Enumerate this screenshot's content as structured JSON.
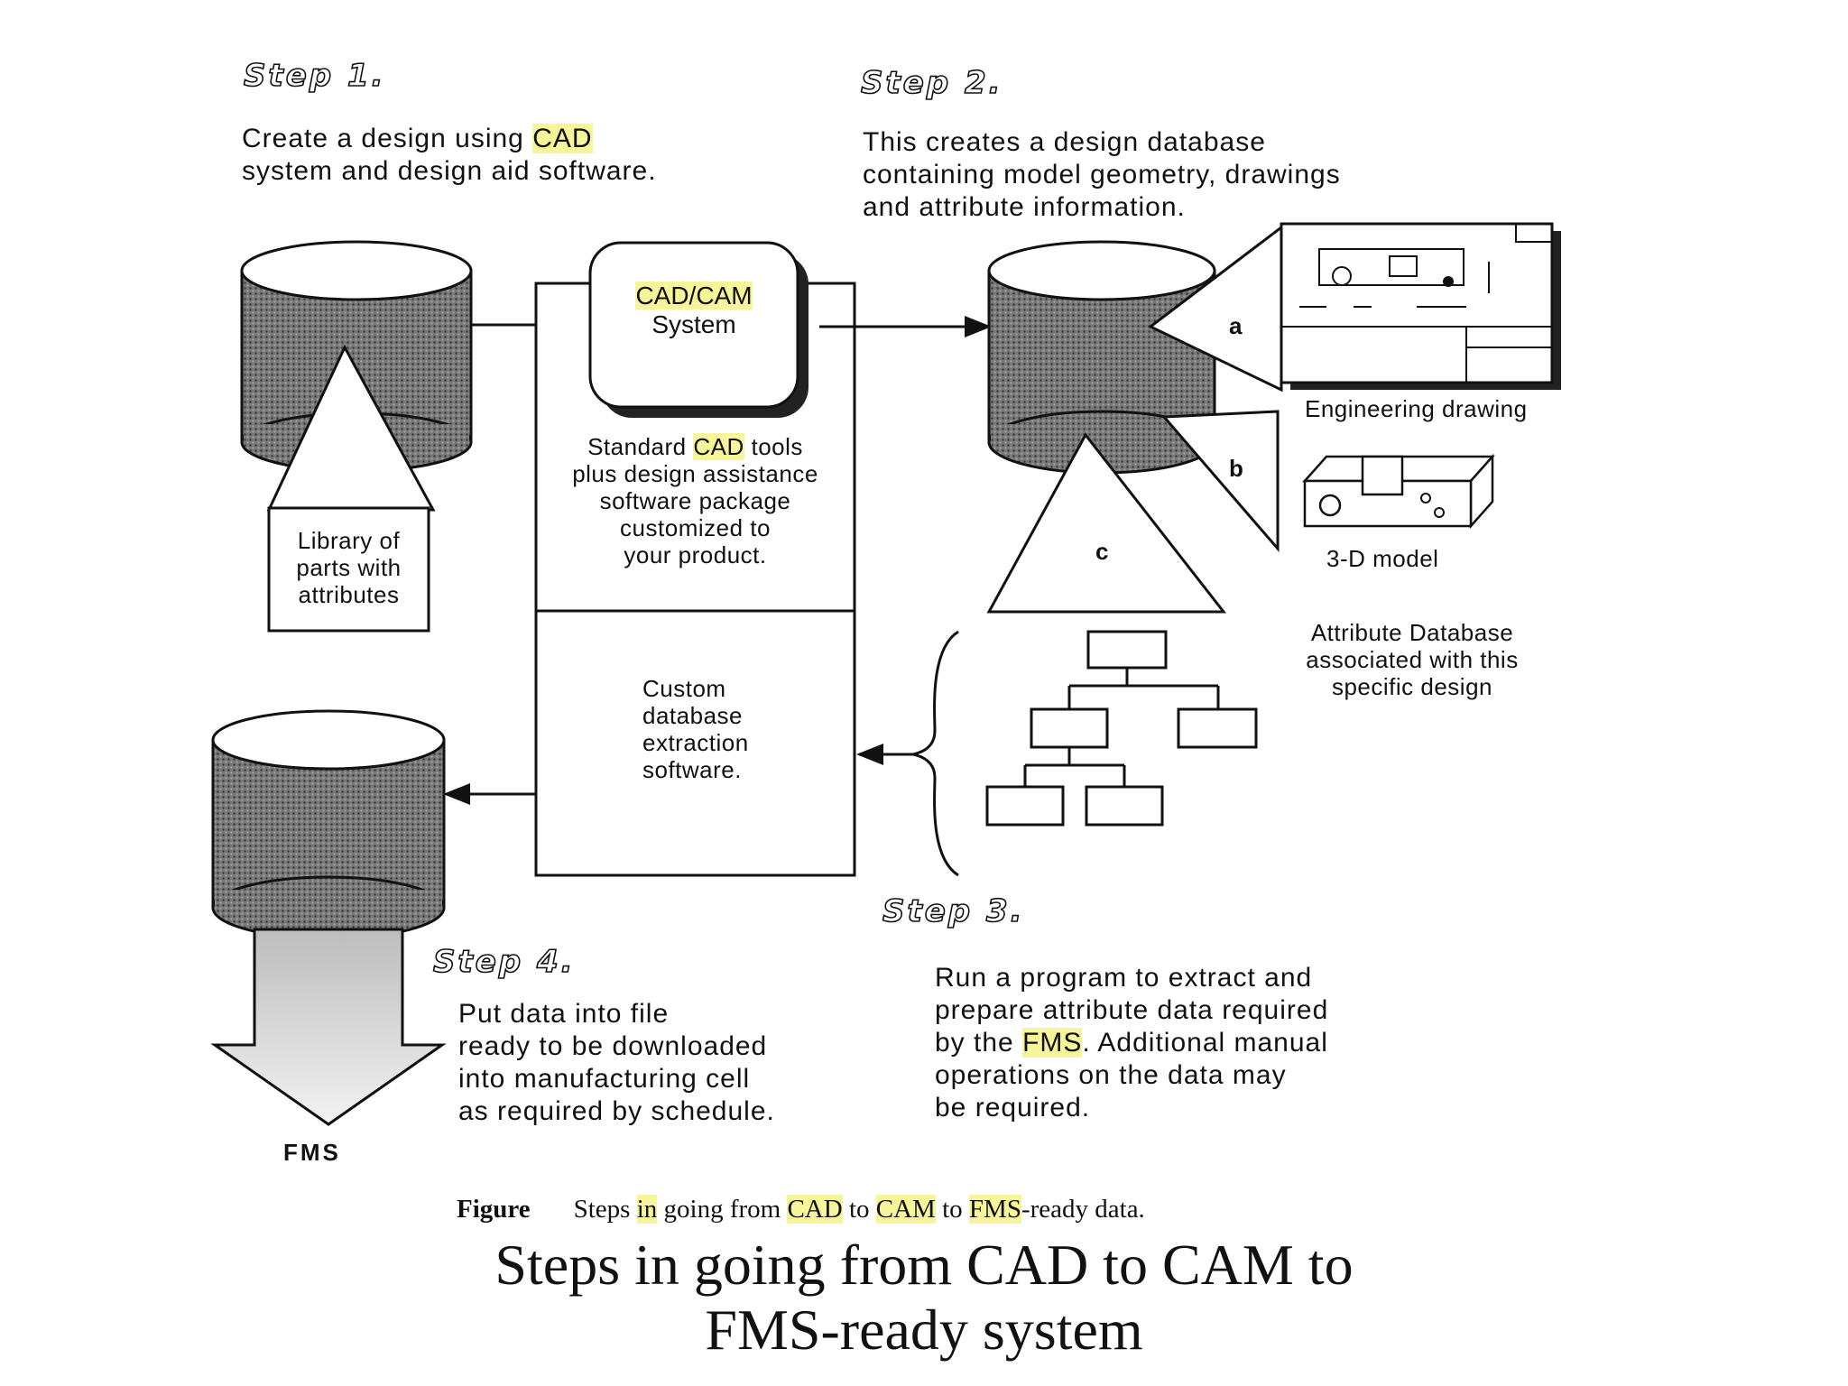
{
  "steps": {
    "step1": {
      "title": "Step  1.",
      "text_pre": "Create a design using ",
      "text_hl": "CAD",
      "text_post": "\nsystem and design aid software."
    },
    "step2": {
      "title": "Step  2.",
      "text": "This creates a design database\ncontaining model geometry, drawings\nand attribute information."
    },
    "step3": {
      "title": "Step  3.",
      "text_pre": "Run a program to extract and\nprepare attribute data required\nby the ",
      "text_hl": "FMS",
      "text_post": ". Additional manual\noperations on the data may\nbe required."
    },
    "step4": {
      "title": "Step  4.",
      "text": "Put data into file\nready to be downloaded\ninto manufacturing cell\nas required by schedule."
    }
  },
  "nodes": {
    "library": "Library of\nparts with\nattributes",
    "cadcam_hl": "CAD/CAM",
    "cadcam_sub": "System",
    "tools_pre": "Standard ",
    "tools_hl": "CAD",
    "tools_post": " tools\nplus design assistance\nsoftware package\ncustomized to\nyour product.",
    "extraction": "Custom\ndatabase\nextraction\nsoftware.",
    "engineering_drawing": "Engineering drawing",
    "model_3d": "3-D model",
    "attribute_db": "Attribute Database\nassociated with this\nspecific design",
    "tri_a": "a",
    "tri_b": "b",
    "tri_c": "c",
    "fms": "FMS"
  },
  "caption": {
    "figure_label": "Figure",
    "figure_parts": [
      "Steps ",
      "in",
      " going from ",
      "CAD",
      " to ",
      "CAM",
      " to ",
      "FMS",
      "-ready data."
    ],
    "title_line1": "Steps in going from CAD to CAM to",
    "title_line2": "FMS-ready system"
  },
  "colors": {
    "highlight": "#f6f59a",
    "cylinder_body": "#6b6b6b",
    "cylinder_top": "#ffffff",
    "arrow_fill": "#d6d6d6"
  },
  "icons": [
    "arrow-right-icon",
    "arrow-left-icon",
    "down-arrow-icon",
    "brace-icon"
  ]
}
